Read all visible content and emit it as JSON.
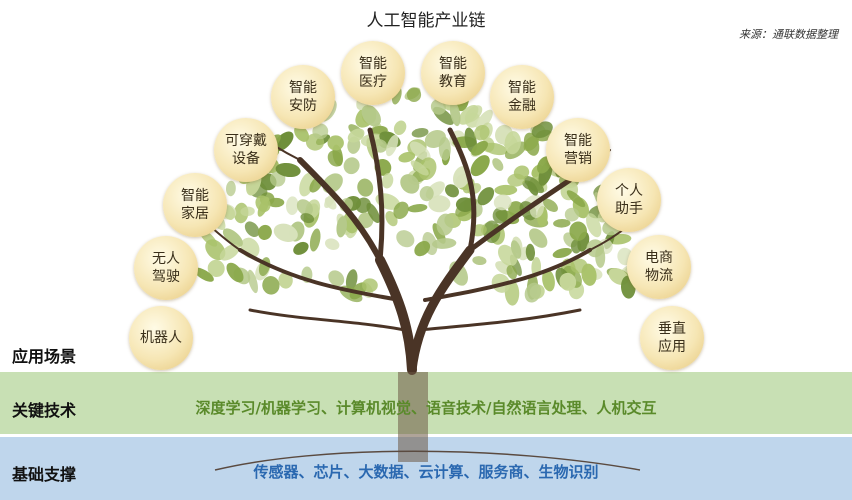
{
  "title": "人工智能产业链",
  "source": "来源：通联数据整理",
  "scenarios_label": "应用场景",
  "scenarios": [
    "机器人",
    "无人\n驾驶",
    "智能\n家居",
    "可穿戴\n设备",
    "智能\n安防",
    "智能\n医疗",
    "智能\n教育",
    "智能\n金融",
    "智能\n营销",
    "个人\n助手",
    "电商\n物流",
    "垂直\n应用"
  ],
  "key_tech": {
    "label": "关键技术",
    "text": "深度学习/机器学习、计算机视觉、语音技术/自然语言处理、人机交互"
  },
  "foundation": {
    "label": "基础支撑",
    "text": "传感器、芯片、大数据、云计算、服务商、生物识别"
  }
}
